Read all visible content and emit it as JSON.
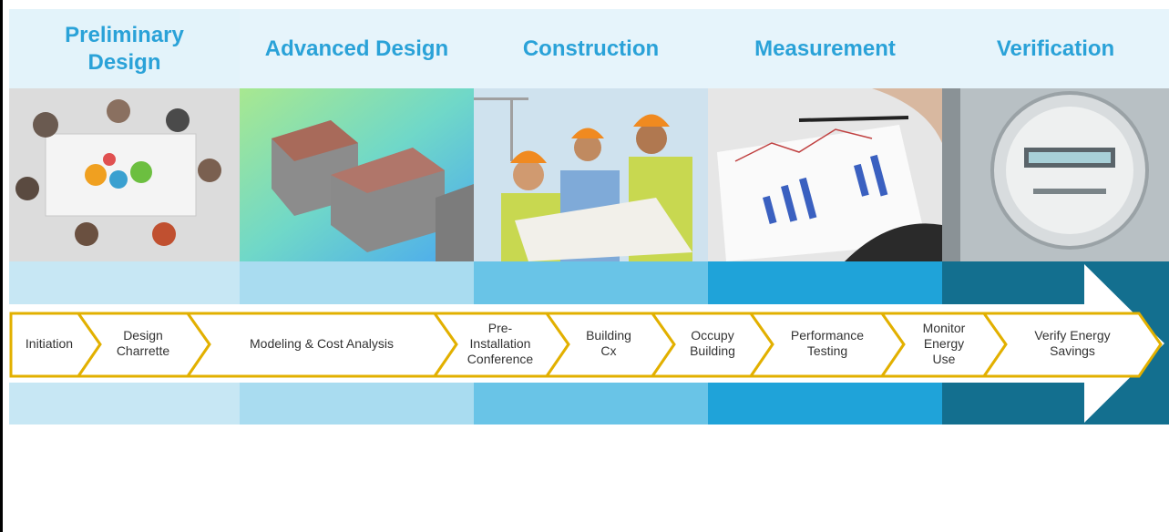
{
  "phases": [
    {
      "title": "Preliminary\nDesign",
      "band_color": "#c7e7f4",
      "head_bg": "#e3f3fa",
      "photo": "meeting-table-photo"
    },
    {
      "title": "Advanced Design",
      "band_color": "#a9dcf0",
      "head_bg": "#e6f4fb",
      "photo": "building-model-photo"
    },
    {
      "title": "Construction",
      "band_color": "#69c4e7",
      "head_bg": "#e6f4fb",
      "photo": "construction-workers-photo"
    },
    {
      "title": "Measurement",
      "band_color": "#1fa3d9",
      "head_bg": "#e6f4fb",
      "photo": "charts-analysis-photo"
    },
    {
      "title": "Verification",
      "band_color": "#136f8f",
      "head_bg": "#e6f4fb",
      "photo": "energy-meter-photo"
    }
  ],
  "steps": [
    {
      "label": "Initiation"
    },
    {
      "label": "Design\nCharrette"
    },
    {
      "label": "Modeling & Cost Analysis"
    },
    {
      "label": "Pre-\nInstallation\nConference"
    },
    {
      "label": "Building\nCx"
    },
    {
      "label": "Occupy\nBuilding"
    },
    {
      "label": "Performance\nTesting"
    },
    {
      "label": "Monitor\nEnergy\nUse"
    },
    {
      "label": "Verify Energy\nSavings"
    }
  ],
  "colors": {
    "heading_text": "#2aa2d8",
    "chevron_stroke": "#e2b000",
    "step_text": "#333333"
  }
}
